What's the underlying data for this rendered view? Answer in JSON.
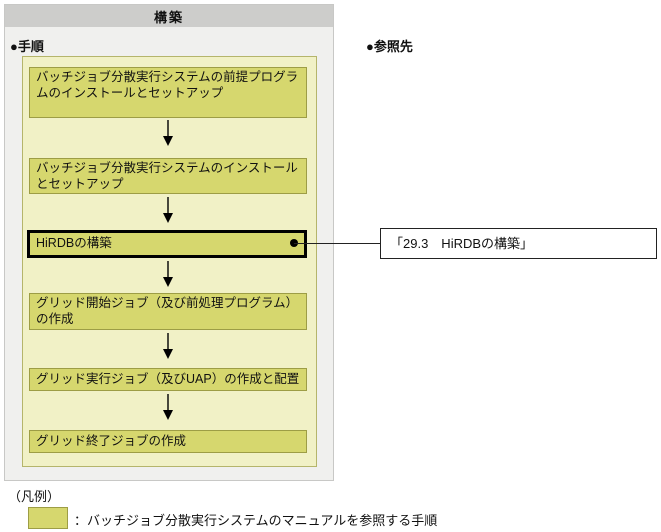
{
  "panel": {
    "title": "構築"
  },
  "labels": {
    "procedure": "●手順",
    "reference": "●参照先",
    "legend_title": "（凡例）"
  },
  "steps": [
    {
      "label": "バッチジョブ分散実行システムの前提プログラムのインストールとセットアップ",
      "highlighted": false
    },
    {
      "label": "バッチジョブ分散実行システムのインストールとセットアップ",
      "highlighted": false
    },
    {
      "label": "HiRDBの構築",
      "highlighted": true
    },
    {
      "label": "グリッド開始ジョブ（及び前処理プログラム）の作成",
      "highlighted": false
    },
    {
      "label": "グリッド実行ジョブ（及びUAP）の作成と配置",
      "highlighted": false
    },
    {
      "label": "グリッド終了ジョブの作成",
      "highlighted": false
    }
  ],
  "reference_box": {
    "text": "「29.3　HiRDBの構築」"
  },
  "legend": {
    "swatch_meaning": "：バッチジョブ分散実行システムのマニュアルを参照する手順"
  },
  "colors": {
    "header_bar": "#cdcdcb",
    "outer_panel": "#f0f0ee",
    "outer_border": "#c8c8c6",
    "inner_panel": "#f1f1c6",
    "inner_border": "#b5b56b",
    "step_fill": "#d6d76e",
    "step_border": "#9d9d45",
    "highlight_border": "#000000",
    "text": "#111111"
  }
}
